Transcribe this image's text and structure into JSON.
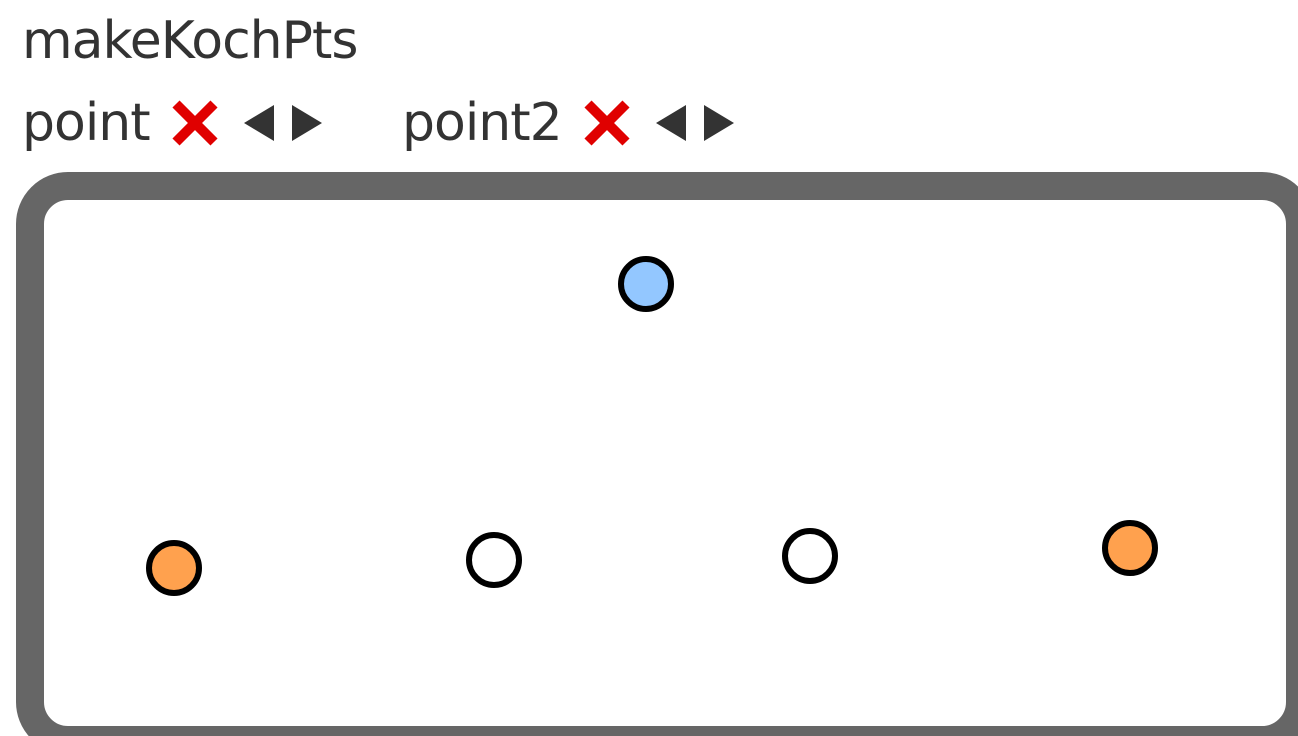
{
  "title": "makeKochPts",
  "params": [
    {
      "label": "point",
      "remove_icon": "close-icon",
      "prev_icon": "triangle-left-icon",
      "next_icon": "triangle-right-icon"
    },
    {
      "label": "point2",
      "remove_icon": "close-icon",
      "prev_icon": "triangle-left-icon",
      "next_icon": "triangle-right-icon"
    }
  ],
  "colors": {
    "text": "#333333",
    "remove": "#e00000",
    "arrow": "#333333",
    "frame": "#666666",
    "input_point": "#ffa14e",
    "output_point": "#ffffff",
    "peak_point": "#93c7ff",
    "point_stroke": "#000000"
  },
  "points": [
    {
      "role": "input",
      "fill": "#ffa14e"
    },
    {
      "role": "output",
      "fill": "#ffffff"
    },
    {
      "role": "output-peak",
      "fill": "#93c7ff"
    },
    {
      "role": "output",
      "fill": "#ffffff"
    },
    {
      "role": "input",
      "fill": "#ffa14e"
    }
  ]
}
